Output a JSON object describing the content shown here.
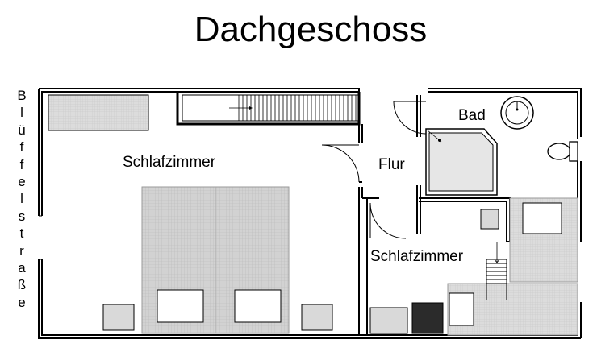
{
  "title": "Dachgeschoss",
  "street_letters": [
    "B",
    "l",
    "ü",
    "f",
    "f",
    "e",
    "l",
    "s",
    "t",
    "r",
    "a",
    "ß",
    "e"
  ],
  "rooms": {
    "bedroom_left": "Schlafzimmer",
    "hall": "Flur",
    "bath": "Bad",
    "bedroom_right": "Schlafzimmer"
  },
  "colors": {
    "wall": "#000000",
    "furniture_fill": "#d4d4d4",
    "bed_fill": "#cfcfcf",
    "dark_box": "#2b2b2b"
  }
}
